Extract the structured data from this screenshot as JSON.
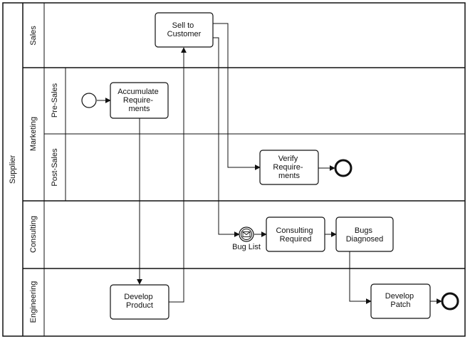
{
  "pool": {
    "label": "Supplier"
  },
  "lanes": {
    "sales": "Sales",
    "marketing": "Marketing",
    "pre_sales": "Pre-Sales",
    "post_sales": "Post-Sales",
    "consulting": "Consulting",
    "engineering": "Engineering"
  },
  "tasks": {
    "sell_to_customer": [
      "Sell to",
      "Customer"
    ],
    "accumulate_requirements": [
      "Accumulate",
      "Require-",
      "ments"
    ],
    "verify_requirements": [
      "Verify",
      "Require-",
      "ments"
    ],
    "consulting_required": [
      "Consulting",
      "Required"
    ],
    "bugs_diagnosed": [
      "Bugs",
      "Diagnosed"
    ],
    "develop_product": [
      "Develop",
      "Product"
    ],
    "develop_patch": [
      "Develop",
      "Patch"
    ]
  },
  "events": {
    "bug_list": "Bug List"
  },
  "colors": {
    "stroke": "#111111",
    "background": "#ffffff"
  }
}
